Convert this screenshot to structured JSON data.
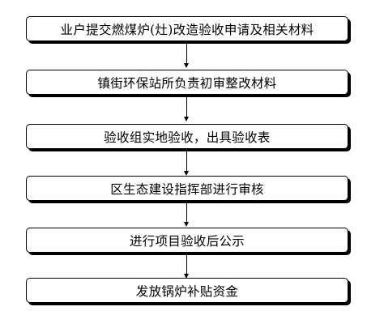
{
  "flowchart": {
    "steps": [
      "业户提交燃煤炉(灶)改造验收申请及相关材料",
      "镇街环保站所负责初审整改材料",
      "验收组实地验收，出具验收表",
      "区生态建设指挥部进行审核",
      "进行项目验收后公示",
      "发放锅炉补贴资金"
    ]
  }
}
